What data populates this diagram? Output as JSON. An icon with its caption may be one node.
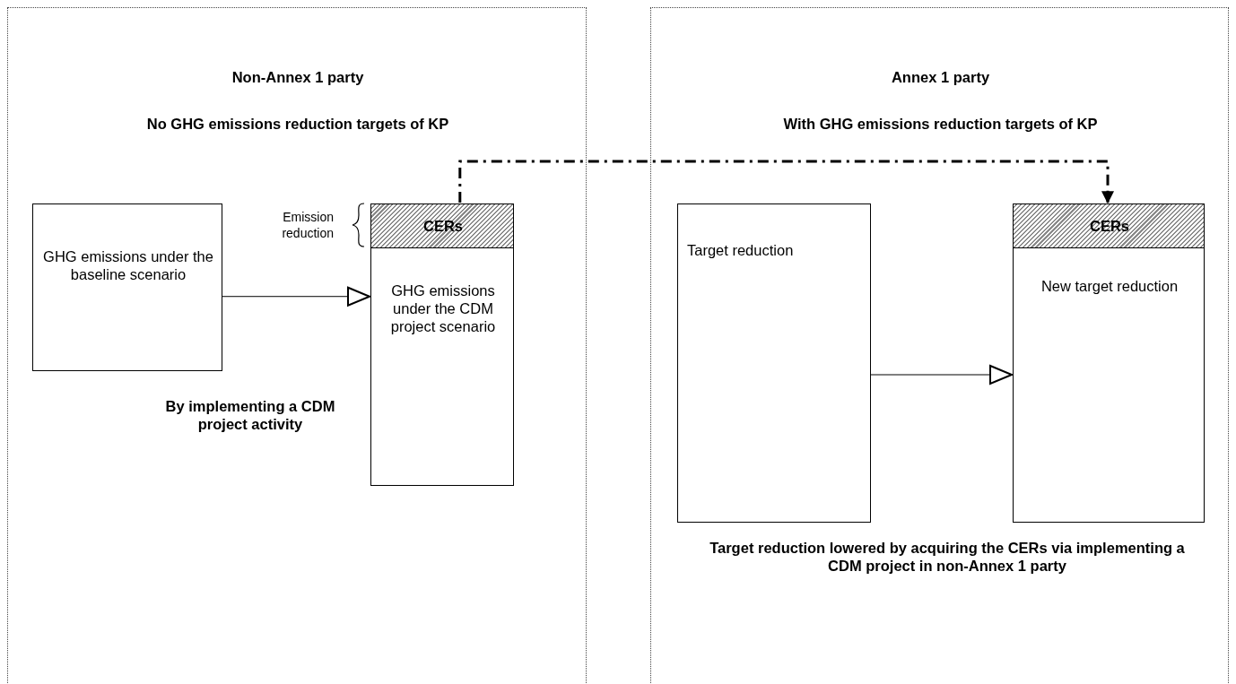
{
  "diagram": {
    "nodes": [
      {
        "text": [
          "Non-Annex 1 party",
          "No GHG emissions reduction targets of KP",
          "By implementing a CDM project activity"
        ]
      },
      {
        "text": [
          "GHG emissions under the baseline scenario"
        ],
        "in": 0
      },
      {
        "text": [
          "CERs"
        ],
        "in": 0
      },
      {
        "text": [
          "GHG emissions under the CDM project scenario"
        ],
        "in": 0
      },
      {
        "text": [
          "Annex 1 party",
          "With GHG emissions reduction targets of KP",
          "Target reduction lowered by acquiring the CERs via implementing a CDM project in non-Annex 1 party"
        ]
      },
      {
        "text": [
          "Target reduction"
        ],
        "in": 4
      },
      {
        "text": [
          "CERs"
        ],
        "in": 4
      },
      {
        "text": [
          "New target reduction"
        ],
        "in": 4
      }
    ],
    "edges": [
      {
        "from": 1,
        "to": 3,
        "arrow": "to"
      },
      {
        "from": 2,
        "to": 6,
        "arrow": "to",
        "style": "dashed"
      },
      {
        "from": 5,
        "to": 7,
        "arrow": "to"
      }
    ],
    "labels": [
      "Emission reduction"
    ]
  }
}
